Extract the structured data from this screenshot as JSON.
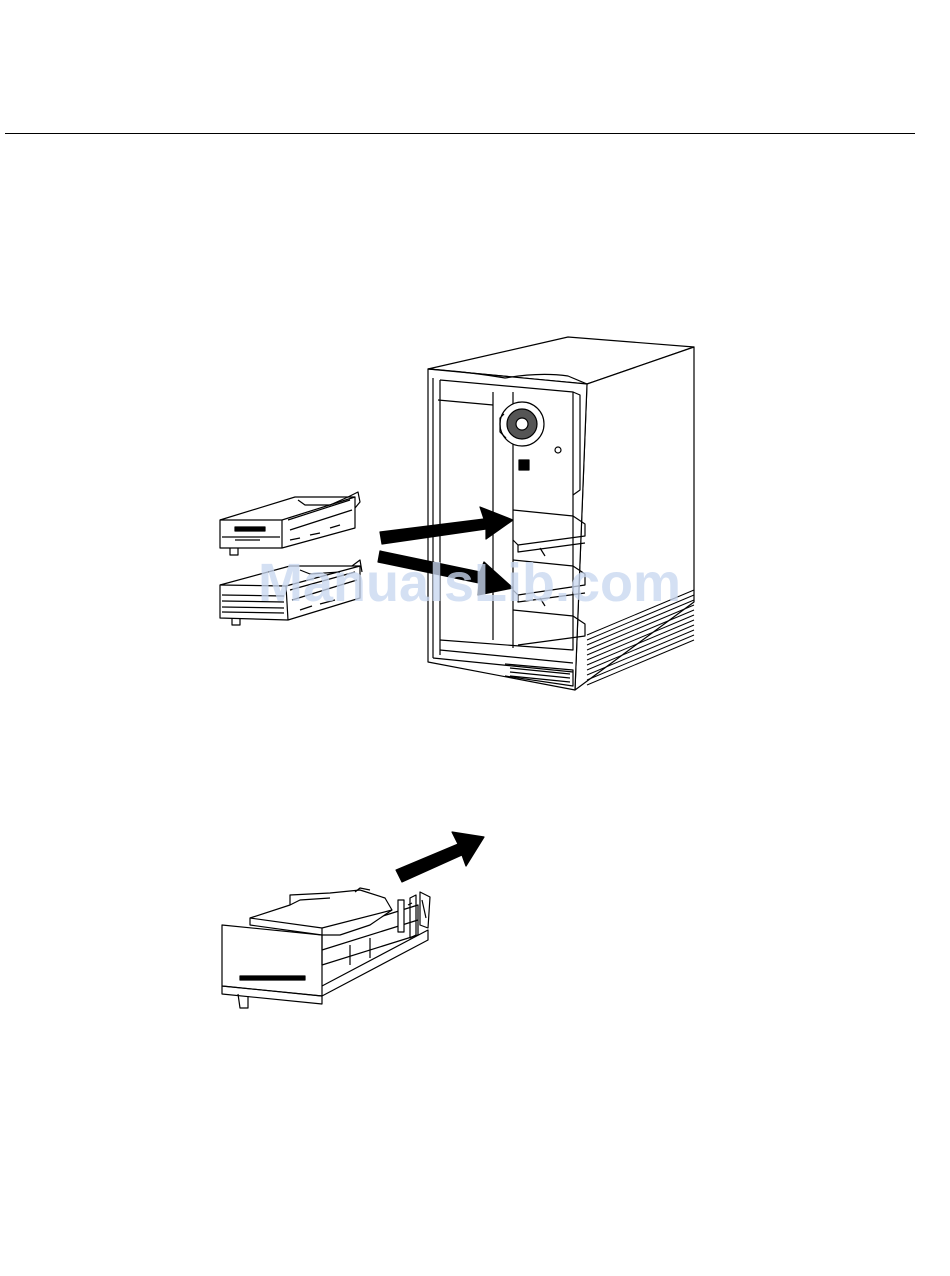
{
  "page": {
    "background": "#ffffff",
    "line_color": "#000000"
  },
  "watermark": {
    "text": "ManualsLib.com",
    "color": "#c9d8f0"
  },
  "figures": {
    "top": {
      "objects": [
        "floppy-drive",
        "tape-drive",
        "computer-tower-chassis",
        "insertion-arrow-upper",
        "insertion-arrow-lower"
      ]
    },
    "bottom": {
      "objects": [
        "hard-disk-drive-on-carrier",
        "insertion-arrow"
      ]
    }
  }
}
